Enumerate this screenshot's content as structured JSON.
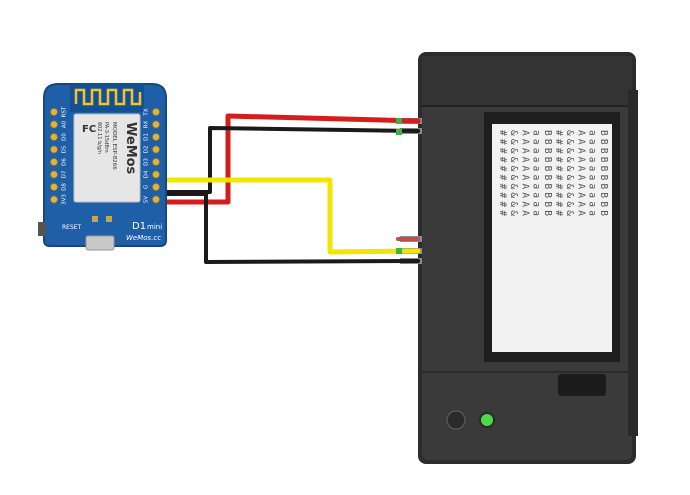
{
  "board": {
    "brand": "WeMos",
    "model_line": "MODEL ESP-8266",
    "model_sub1": "PA-3-15dBm",
    "model_sub2": "802.11 b/g/n",
    "fc_mark": "FC",
    "name": "D1",
    "name_suffix": "mini",
    "url": "WeMos.cc",
    "reset_label": "RESET",
    "pins_left": [
      "RST",
      "A0",
      "D0",
      "D5",
      "D6",
      "D7",
      "D8",
      "3V3"
    ],
    "pins_right": [
      "TX",
      "RX",
      "D1",
      "D2",
      "D3",
      "D4",
      "G",
      "5V"
    ],
    "colors": {
      "pcb": "#1f5fa8",
      "shield": "#e8e8e8",
      "antenna": "#f4c430"
    }
  },
  "printer": {
    "paper_lines": [
      "##########",
      "&&&&&&&&&&",
      "AAAAAAAAAA",
      "aaaaaaaaaa",
      "BBBBBBBBBB",
      "##########",
      "&&&&&&&&&&",
      "AAAAAAAAAA",
      "aaaaaaaaaa",
      "BBBBBBBBBB"
    ],
    "colors": {
      "body": "#3a3a3a",
      "led": "#4cd94c",
      "paper": "#f2f2f2"
    }
  },
  "wires": {
    "colors": {
      "red": "#d41e1e",
      "black": "#1a1a1a",
      "yellow": "#f2e600"
    }
  }
}
